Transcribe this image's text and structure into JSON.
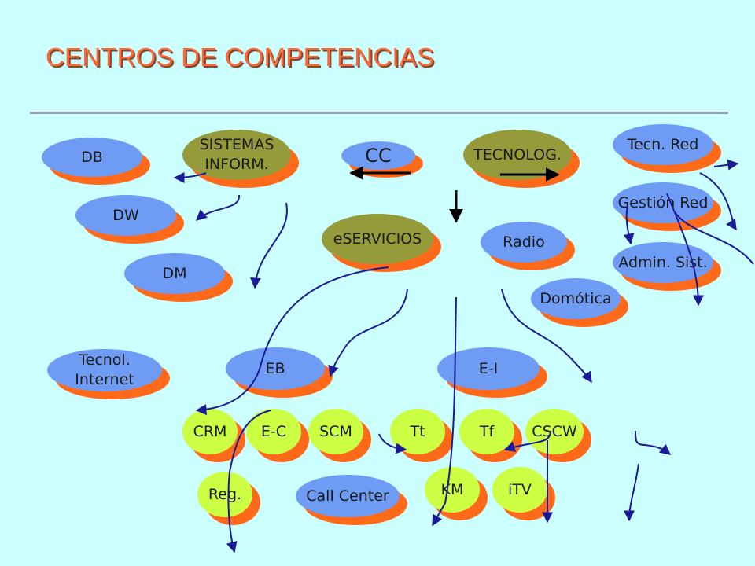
{
  "title": "CENTROS DE COMPETENCIAS",
  "nodes": {
    "db": "DB",
    "dw": "DW",
    "dm": "DM",
    "sistemas_line1": "SISTEMAS",
    "sistemas_line2": "INFORM.",
    "cc": "CC",
    "tecnolog": "TECNOLOG.",
    "tecn_red": "Tecn. Red",
    "gestion_red": "Gestión Red",
    "admin_sist": "Admin. Sist.",
    "eservicios": "eSERVICIOS",
    "radio": "Radio",
    "domotica": "Domótica",
    "tecnol_internet_line1": "Tecnol.",
    "tecnol_internet_line2": "Internet",
    "eb": "EB",
    "ei": "E-I",
    "crm": "CRM",
    "ec": "E-C",
    "scm": "SCM",
    "tt": "Tt",
    "tf": "Tf",
    "cscw": "CSCW",
    "reg": "Reg.",
    "call_center": "Call Center",
    "km": "KM",
    "itv": "iTV"
  },
  "colors": {
    "background": "#ccffff",
    "title": "#ff6633",
    "shadow": "#ff6a1a",
    "blue_node": "#6e9cf5",
    "olive_node": "#959a3a",
    "lime_node": "#ccff44",
    "connector": "#1a1a99"
  }
}
